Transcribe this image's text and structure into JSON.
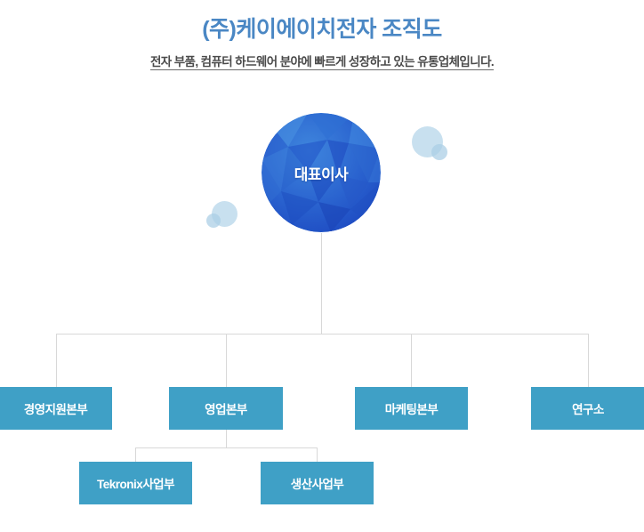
{
  "header": {
    "title": "(주)케이에이치전자 조직도",
    "subtitle": "전자 부품, 컴퓨터 하드웨어 분야에 빠르게 성장하고 있는 유통업체입니다.",
    "title_color": "#4a87c4",
    "subtitle_color": "#4a4a4a"
  },
  "colors": {
    "box_fill": "#3fa0c6",
    "box_text": "#ffffff",
    "connector": "#d8d8d8",
    "circle_blue_dark": "#1f4fc4",
    "circle_blue_mid": "#2f6fd0",
    "circle_blue_light": "#4f9fe0",
    "bubble": "#b9d7ea",
    "page_background": "#ffffff"
  },
  "org_chart": {
    "root": {
      "label": "대표이사",
      "shape": "circle",
      "style": "low-poly-blue-gradient"
    },
    "level1": [
      {
        "label": "경영지원본부",
        "children": []
      },
      {
        "label": "영업본부",
        "children": [
          "Tekronix사업부",
          "생산사업부"
        ]
      },
      {
        "label": "마케팅본부",
        "children": []
      },
      {
        "label": "연구소",
        "children": []
      }
    ],
    "level2": [
      {
        "label": "Tekronix사업부",
        "parent": "영업본부"
      },
      {
        "label": "생산사업부",
        "parent": "영업본부"
      }
    ]
  },
  "decorations": {
    "bubbles": [
      {
        "name": "bubble-right-large"
      },
      {
        "name": "bubble-right-small"
      },
      {
        "name": "bubble-left-large"
      },
      {
        "name": "bubble-left-small"
      }
    ]
  }
}
